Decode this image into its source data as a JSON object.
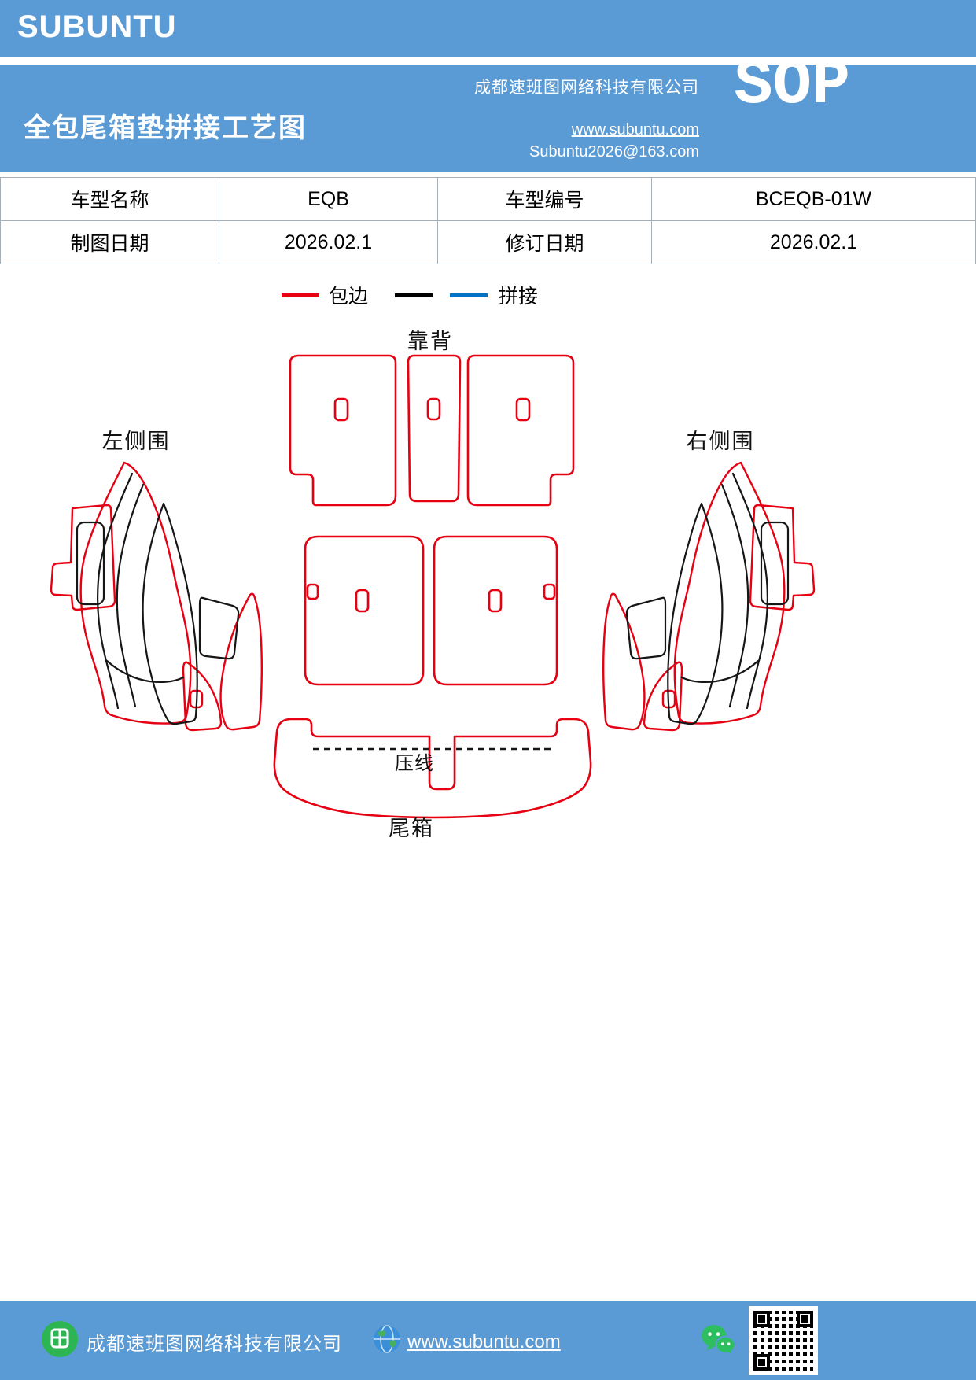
{
  "header": {
    "brand": "SUBUNTU",
    "title": "全包尾箱垫拼接工艺图",
    "company": "成都速班图网络科技有限公司",
    "website": "www.subuntu.com",
    "email": "Subuntu2026@163.com",
    "sop_label": "SOP",
    "band_color": "#5b9bd5"
  },
  "info_table": {
    "rows": [
      {
        "cells": [
          "车型名称",
          "EQB",
          "车型编号",
          "BCEQB-01W"
        ]
      },
      {
        "cells": [
          "制图日期",
          "2026.02.1",
          "修订日期",
          "2026.02.1"
        ]
      }
    ]
  },
  "legend": {
    "binding_label": "包边",
    "splice_label": "拼接",
    "binding_color": "#e60012",
    "splice_colors": [
      "#000000",
      "#0072c6"
    ]
  },
  "diagram": {
    "labels": {
      "backrest": "靠背",
      "left_side": "左侧围",
      "right_side": "右侧围",
      "press_line": "压线",
      "trunk": "尾箱"
    },
    "outline_colors": {
      "binding": "#e60012",
      "splice": "#161616"
    }
  },
  "footer": {
    "company": "成都速班图网络科技有限公司",
    "website": "www.subuntu.com"
  }
}
